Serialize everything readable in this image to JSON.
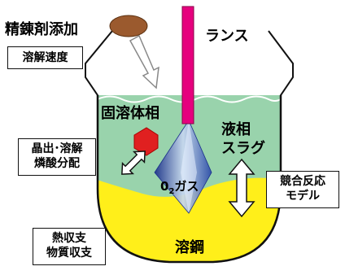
{
  "labels": {
    "flux_addition": "精錬剤添加",
    "lance": "ランス",
    "solid_phase": "固溶体相",
    "liquid_slag_line1": "液相",
    "liquid_slag_line2": "スラグ",
    "oxygen_o": "0",
    "oxygen_sub": "2",
    "oxygen_gas": "ガス",
    "hot_metal": "溶鋼"
  },
  "boxes": {
    "dissolution_rate": "溶解速度",
    "crystallize_line1": "晶出･溶解",
    "crystallize_line2": "燐酸分配",
    "competing_line1": "競合反応",
    "competing_line2": "モデル",
    "balance_line1": "熱収支",
    "balance_line2": "物質収支"
  },
  "colors": {
    "slag": "#99d3ac",
    "metal": "#ffef1a",
    "lance": "#e6007e",
    "flux": "#9b5a2e",
    "particle": "#e02020",
    "jet": "#3355aa"
  }
}
